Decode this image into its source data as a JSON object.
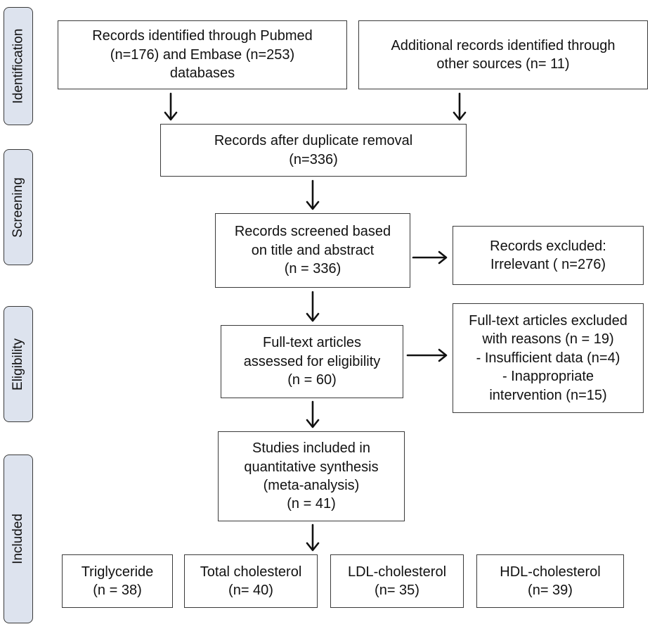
{
  "stages": {
    "identification": "Identification",
    "screening": "Screening",
    "eligibility": "Eligibility",
    "included": "Included"
  },
  "boxes": {
    "pubmed_embase": [
      "Records identified through Pubmed",
      "(n=176) and Embase (n=253)",
      "databases"
    ],
    "other_sources": [
      "Additional records identified through",
      "other sources (n= 11)"
    ],
    "duplicates_removed": [
      "Records after duplicate removal",
      "(n=336)"
    ],
    "screened": [
      "Records screened based",
      "on title and abstract",
      "(n = 336)"
    ],
    "excluded_screening": [
      "Records excluded:",
      "Irrelevant ( n=276)"
    ],
    "fulltext_assessed": [
      "Full-text articles",
      "assessed for eligibility",
      "(n = 60)"
    ],
    "fulltext_excluded": [
      "Full-text articles excluded",
      "with reasons (n = 19)",
      "- Insufficient data (n=4)",
      "- Inappropriate",
      "intervention (n=15)"
    ],
    "included_synthesis": [
      "Studies included in",
      "quantitative synthesis",
      "(meta-analysis)",
      "(n = 41)"
    ],
    "triglyceride": [
      "Triglyceride",
      "(n = 38)"
    ],
    "total_cholesterol": [
      "Total cholesterol",
      "(n= 40)"
    ],
    "ldl_cholesterol": [
      "LDL-cholesterol",
      "(n= 35)"
    ],
    "hdl_cholesterol": [
      "HDL-cholesterol",
      "(n= 39)"
    ]
  }
}
